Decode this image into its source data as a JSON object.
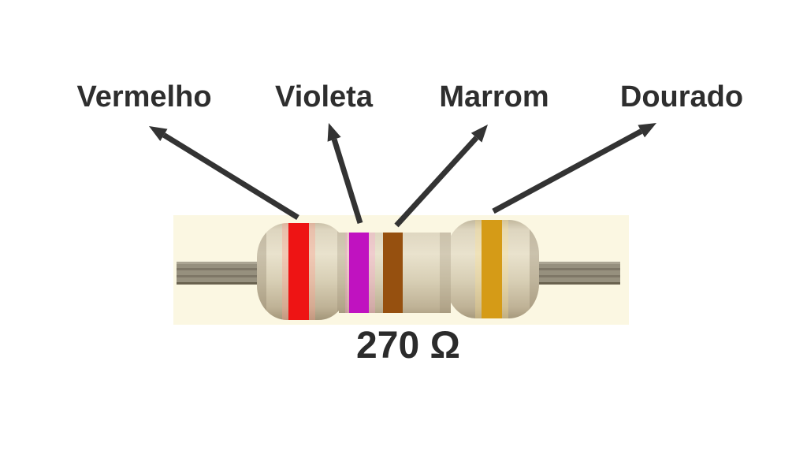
{
  "diagram": {
    "bands": [
      {
        "label": "Vermelho",
        "color": "#ee1414"
      },
      {
        "label": "Violeta",
        "color": "#c012c0"
      },
      {
        "label": "Marrom",
        "color": "#96500f"
      },
      {
        "label": "Dourado",
        "color": "#d59b17"
      }
    ],
    "resistance_label": "270 Ω",
    "colors": {
      "arrow": "#333333",
      "label_text": "#2e2e2e",
      "photo_background": "#fbf7e2",
      "resistor_body": "#d8cfb5",
      "lead_wire": "#96907e",
      "page_background": "#ffffff"
    }
  }
}
